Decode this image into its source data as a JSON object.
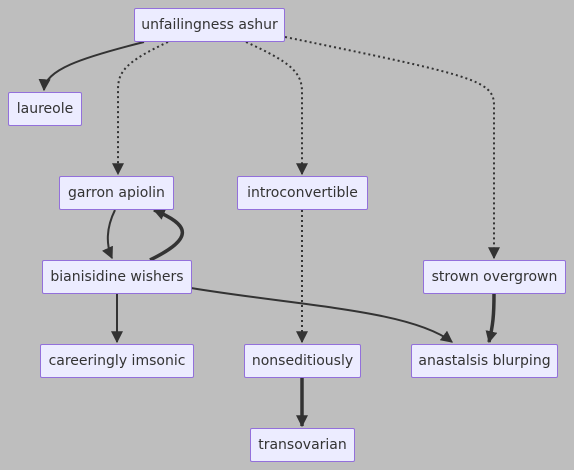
{
  "colors": {
    "background": "#bebebe",
    "node_fill": "#ececff",
    "node_border": "#9370db",
    "edge": "#333333",
    "text": "#333333"
  },
  "nodes": {
    "unfailingness_ashur": "unfailingness ashur",
    "laureole": "laureole",
    "garron_apiolin": "garron apiolin",
    "introconvertible": "introconvertible",
    "bianisidine_wishers": "bianisidine wishers",
    "strown_overgrown": "strown overgrown",
    "careeringly_imsonic": "careeringly imsonic",
    "nonseditiously": "nonseditiously",
    "anastalsis_blurping": "anastalsis blurping",
    "transovarian": "transovarian"
  },
  "edges": [
    {
      "from": "unfailingness ashur",
      "to": "laureole",
      "style": "solid"
    },
    {
      "from": "unfailingness ashur",
      "to": "garron apiolin",
      "style": "dotted"
    },
    {
      "from": "unfailingness ashur",
      "to": "introconvertible",
      "style": "dotted"
    },
    {
      "from": "unfailingness ashur",
      "to": "strown overgrown",
      "style": "dotted"
    },
    {
      "from": "garron apiolin",
      "to": "bianisidine wishers",
      "style": "solid"
    },
    {
      "from": "bianisidine wishers",
      "to": "garron apiolin",
      "style": "thick"
    },
    {
      "from": "bianisidine wishers",
      "to": "careeringly imsonic",
      "style": "solid"
    },
    {
      "from": "bianisidine wishers",
      "to": "anastalsis blurping",
      "style": "solid"
    },
    {
      "from": "introconvertible",
      "to": "nonseditiously",
      "style": "dotted"
    },
    {
      "from": "strown overgrown",
      "to": "anastalsis blurping",
      "style": "thick"
    },
    {
      "from": "nonseditiously",
      "to": "transovarian",
      "style": "thick"
    }
  ]
}
